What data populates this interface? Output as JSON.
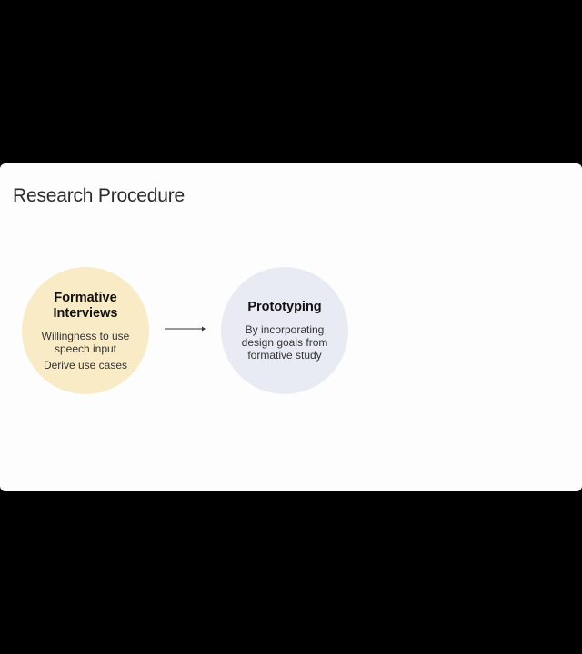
{
  "slide": {
    "title": "Research Procedure",
    "steps": [
      {
        "title_line1": "Formative",
        "title_line2": "Interviews",
        "lines": [
          "Willingness to use",
          "speech input",
          "Derive use cases"
        ],
        "color": "#f9ebc5"
      },
      {
        "title": "Prototyping",
        "lines": [
          "By incorporating",
          "design goals from",
          "formative study"
        ],
        "color": "#e9ebf4"
      }
    ]
  }
}
